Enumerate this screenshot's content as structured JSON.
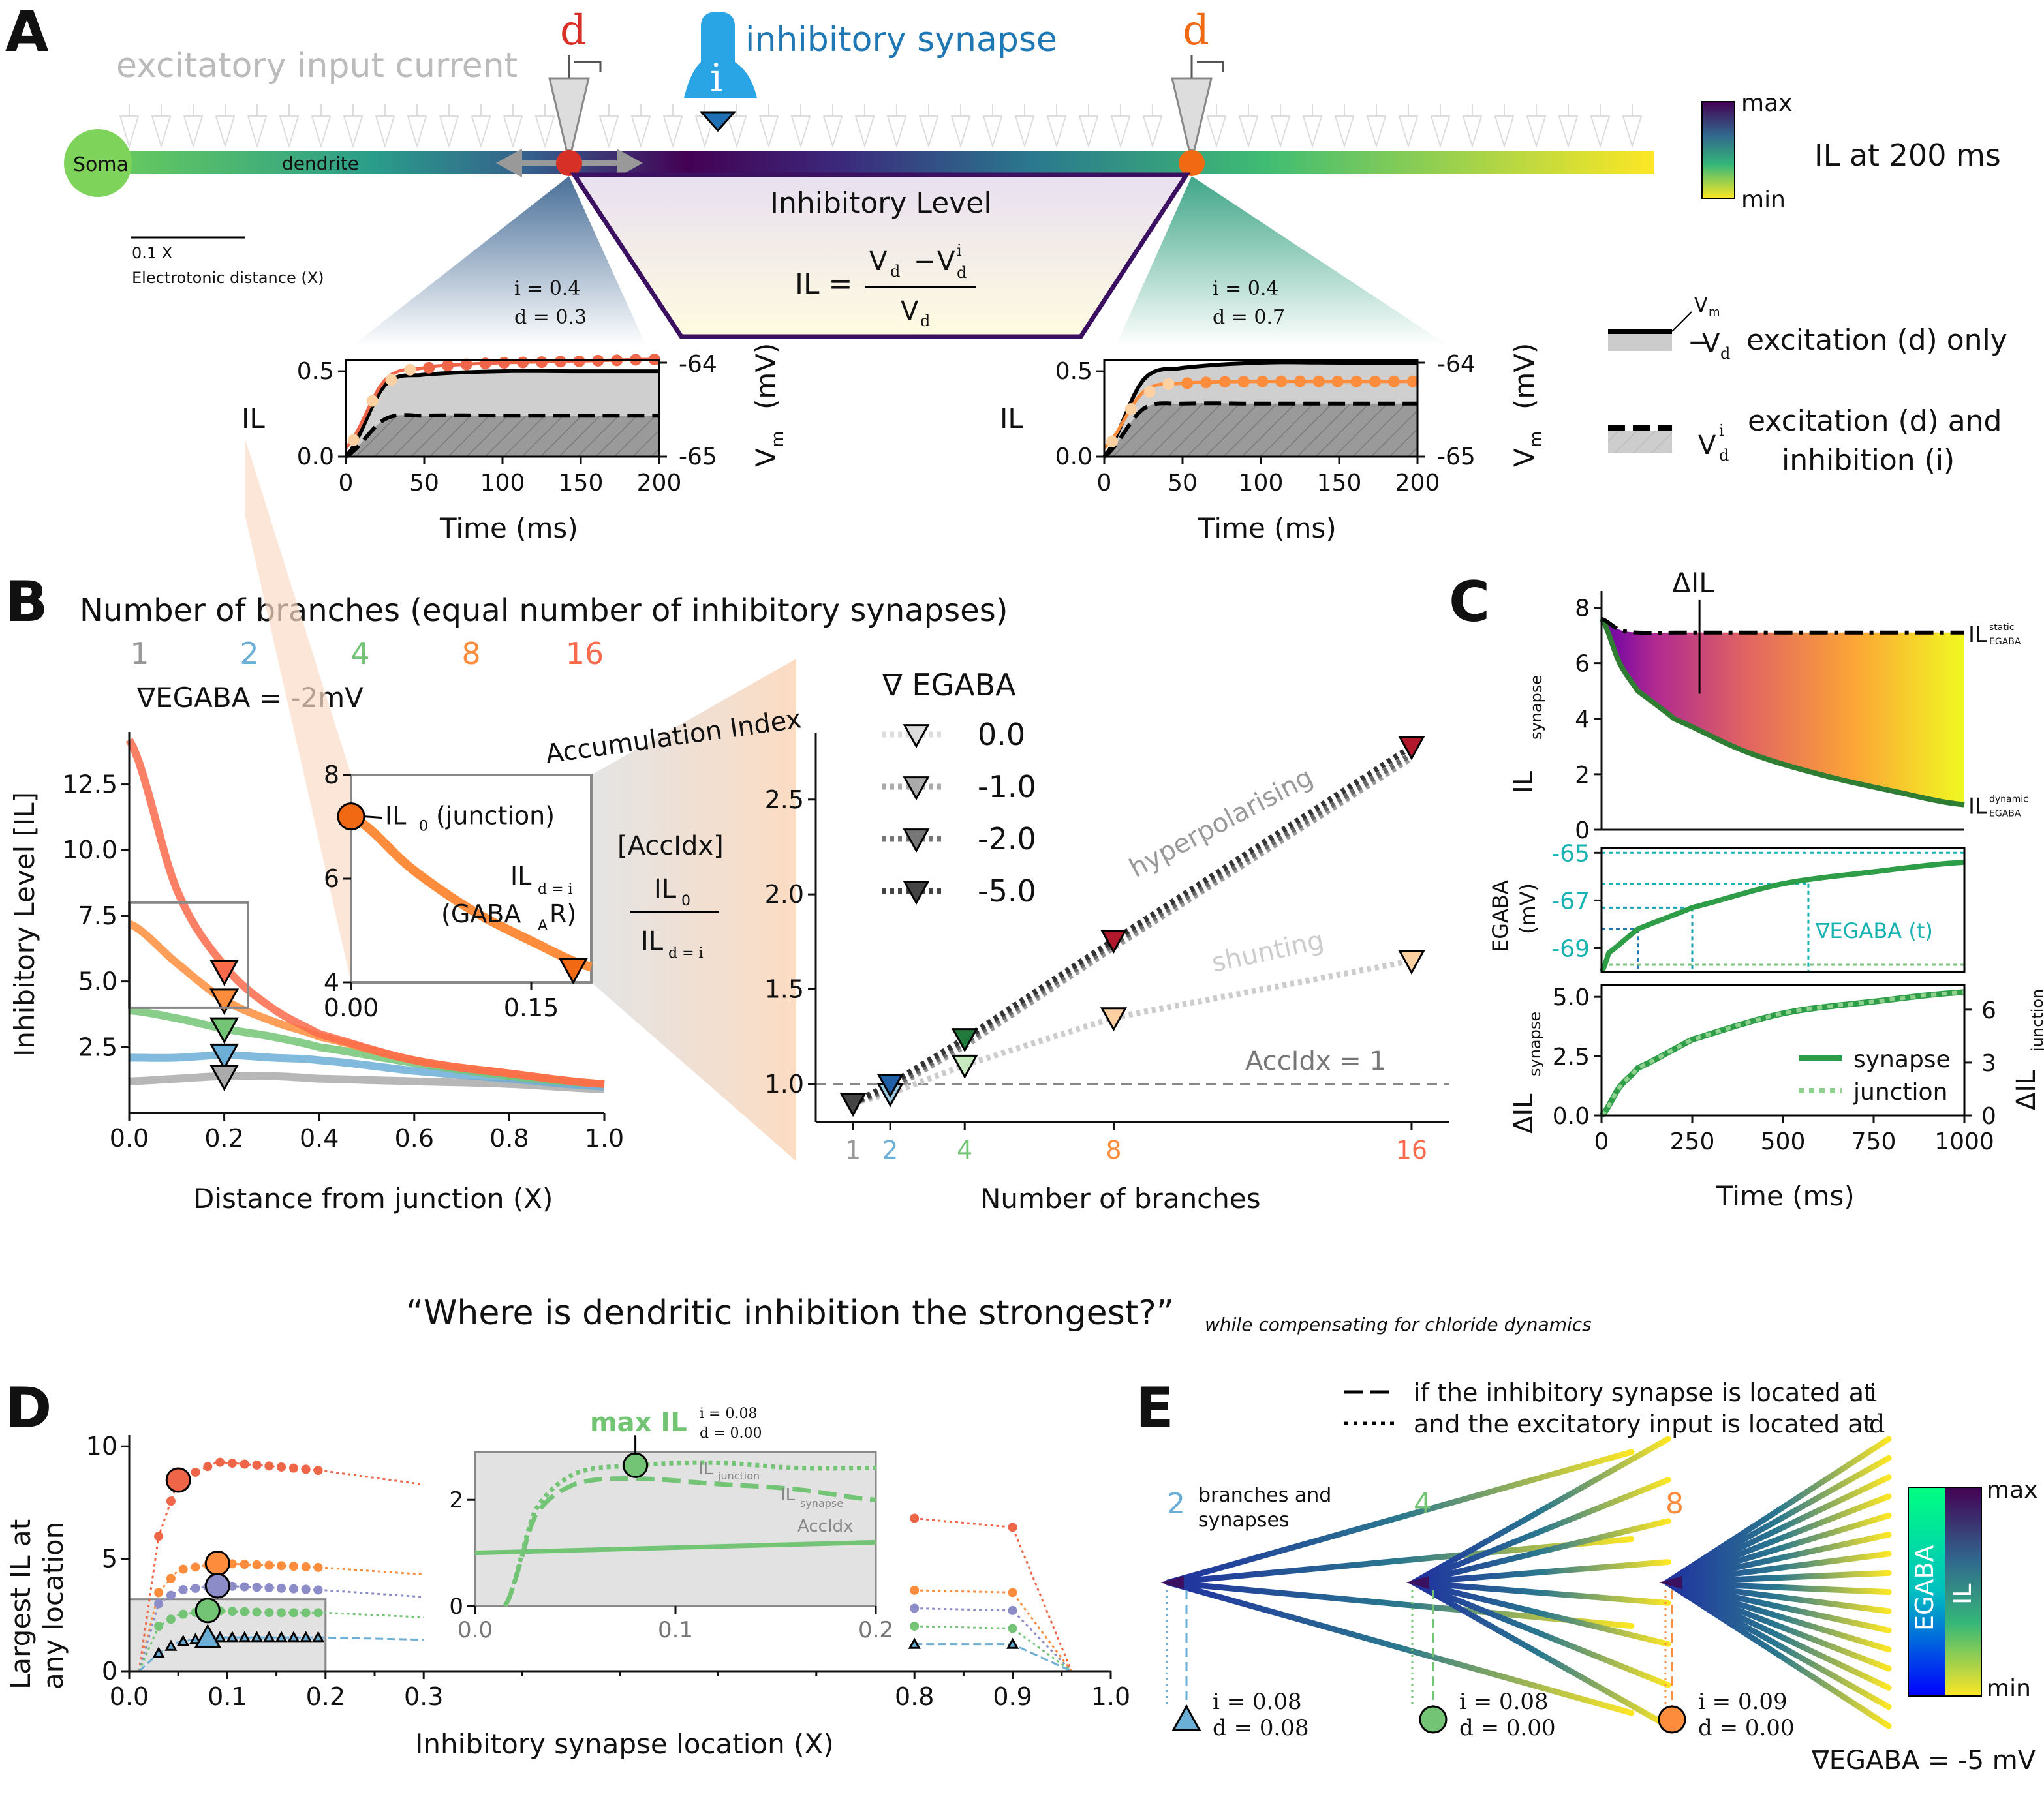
{
  "panels": {
    "A": "A",
    "B": "B",
    "C": "C",
    "D": "D",
    "E": "E"
  },
  "panel_a": {
    "excitatory_label": "excitatory input current",
    "synapse_label": "inhibitory synapse",
    "synapse_glyph": "i",
    "d_glyph": "d",
    "soma": "Soma",
    "dendrite": "dendrite",
    "scale_value": "0.1 X",
    "scale_caption": "Electrotonic distance (X)",
    "il_title": "Inhibitory Level",
    "formula_lhs": "IL =",
    "formula_num": "V",
    "formula_den": "V",
    "colorbar_max": "max",
    "colorbar_min": "min",
    "colorbar_title": "IL at 200 ms",
    "left_params": [
      "i = 0.4",
      "d = 0.3"
    ],
    "right_params": [
      "i = 0.4",
      "d = 0.7"
    ],
    "legend_exc": "excitation (d) only",
    "legend_inh_1": "excitation (d) and",
    "legend_inh_2": "inhibition (i)",
    "legend_vm": "V",
    "legend_vd": "V",
    "colors": {
      "d_left": "#d73027",
      "d_right": "#f16913",
      "synapse": "#1f77b4"
    }
  },
  "panel_b_title": "Number of branches (equal number of inhibitory synapses)",
  "panel_b_branch_labels": [
    {
      "text": "1",
      "color": "#999999"
    },
    {
      "text": "2",
      "color": "#6baed6"
    },
    {
      "text": "4",
      "color": "#74c476"
    },
    {
      "text": "8",
      "color": "#fd8d3c"
    },
    {
      "text": "16",
      "color": "#fb6a4a"
    }
  ],
  "panel_b_egaba": "∇EGABA = -2mV",
  "panel_b_inset_labels": {
    "il0": "IL",
    "junction": "(junction)",
    "ild": "IL",
    "gabaar": "(GABA",
    "gabaar_r": "R)"
  },
  "panel_b_accidx": {
    "title": "Accumulation Index",
    "bracket": "[AccIdx]",
    "num": "IL",
    "den": "IL",
    "legend_title": "∇ EGABA",
    "legend": [
      "0.0",
      "-1.0",
      "-2.0",
      "-5.0"
    ],
    "hyper": "hyperpolarising",
    "shunting": "shunting",
    "ref": "AccIdx = 1"
  },
  "panel_c": {
    "delta_il": "ΔIL",
    "static": "IL",
    "dynamic": "IL",
    "egaba_t": "∇EGABA (t)",
    "legend": [
      "synapse",
      "junction"
    ]
  },
  "question": "“Where is dendritic inhibition the strongest?”",
  "question_note": "while compensating for chloride dynamics",
  "panel_d": {
    "max_il": "max IL",
    "max_params": [
      "i = 0.08",
      "d = 0.00"
    ],
    "il_junction": "IL",
    "il_synapse": "IL",
    "accidx": "AccIdx"
  },
  "panel_e": {
    "legend_dashed": "if the inhibitory synapse is located at",
    "legend_dotted": "and the excitatory input is located at",
    "legend_i": "i",
    "legend_d": "d",
    "branches_note": [
      "branches and",
      "synapses"
    ],
    "counts": [
      "2",
      "4",
      "8"
    ],
    "params": [
      [
        "i = 0.08",
        "d = 0.08"
      ],
      [
        "i = 0.08",
        "d = 0.00"
      ],
      [
        "i = 0.09",
        "d = 0.00"
      ]
    ],
    "colorbar_left": "EGABA",
    "colorbar_right": "IL",
    "colorbar_max": "max",
    "colorbar_min": "min",
    "egaba_note": "∇EGABA = -5 mV"
  },
  "chart_data": [
    {
      "id": "A-left",
      "type": "line",
      "xlabel": "Time (ms)",
      "ylabel": "IL",
      "y2label": "V",
      "xlim": [
        0,
        200
      ],
      "ylim": [
        0,
        0.55
      ],
      "y2ticks": [
        -64,
        -65
      ],
      "xticks": [
        0,
        50,
        100,
        150,
        200
      ],
      "yticks": [
        0.0,
        0.5
      ],
      "series": [
        {
          "x": [
            0,
            25,
            50,
            75,
            100,
            150,
            200
          ],
          "y": [
            0.05,
            0.45,
            0.52,
            0.54,
            0.55,
            0.56,
            0.57
          ],
          "color": "#ef6548"
        },
        {
          "x": [
            0,
            25,
            50,
            100,
            150,
            200
          ],
          "y": [
            0.0,
            0.42,
            0.48,
            0.5,
            0.5,
            0.5
          ],
          "color": "#000000"
        },
        {
          "x": [
            0,
            25,
            50,
            100,
            150,
            200
          ],
          "y": [
            0.0,
            0.22,
            0.24,
            0.24,
            0.24,
            0.24
          ],
          "color": "#000000",
          "dash": true
        }
      ]
    },
    {
      "id": "A-right",
      "type": "line",
      "xlabel": "Time (ms)",
      "ylabel": "IL",
      "y2label": "V",
      "xlim": [
        0,
        200
      ],
      "ylim": [
        0,
        0.55
      ],
      "y2ticks": [
        -64,
        -65
      ],
      "xticks": [
        0,
        50,
        100,
        150,
        200
      ],
      "yticks": [
        0.0,
        0.5
      ],
      "series": [
        {
          "x": [
            0,
            25,
            50,
            100,
            150,
            200
          ],
          "y": [
            0.05,
            0.38,
            0.43,
            0.44,
            0.44,
            0.44
          ],
          "color": "#fd8d3c"
        },
        {
          "x": [
            0,
            25,
            50,
            100,
            150,
            200
          ],
          "y": [
            0.0,
            0.45,
            0.52,
            0.55,
            0.55,
            0.55
          ],
          "color": "#000000"
        },
        {
          "x": [
            0,
            25,
            50,
            100,
            150,
            200
          ],
          "y": [
            0.0,
            0.28,
            0.31,
            0.31,
            0.31,
            0.31
          ],
          "color": "#000000",
          "dash": true
        }
      ]
    },
    {
      "id": "B-left",
      "type": "line",
      "xlabel": "Distance from junction (X)",
      "ylabel": "Inhibitory Level [IL]",
      "xlim": [
        0,
        1
      ],
      "ylim": [
        0,
        14.5
      ],
      "xticks": [
        0.0,
        0.2,
        0.4,
        0.6,
        0.8,
        1.0
      ],
      "yticks": [
        2.5,
        5.0,
        7.5,
        10.0,
        12.5
      ],
      "series": [
        {
          "name": "16",
          "color": "#fb6a4a",
          "x": [
            0,
            0.1,
            0.2,
            0.3,
            0.4,
            0.6,
            0.8,
            1.0
          ],
          "y": [
            14.2,
            8.5,
            5.6,
            4.0,
            3.0,
            2.0,
            1.5,
            1.1
          ]
        },
        {
          "name": "8",
          "color": "#fd8d3c",
          "x": [
            0,
            0.1,
            0.2,
            0.3,
            0.4,
            0.6,
            0.8,
            1.0
          ],
          "y": [
            7.2,
            5.7,
            4.3,
            3.5,
            2.9,
            2.0,
            1.5,
            1.1
          ]
        },
        {
          "name": "4",
          "color": "#74c476",
          "x": [
            0,
            0.1,
            0.2,
            0.3,
            0.4,
            0.6,
            0.8,
            1.0
          ],
          "y": [
            3.9,
            3.6,
            3.2,
            2.9,
            2.5,
            1.9,
            1.4,
            1.1
          ]
        },
        {
          "name": "2",
          "color": "#6baed6",
          "x": [
            0,
            0.1,
            0.2,
            0.3,
            0.4,
            0.6,
            0.8,
            1.0
          ],
          "y": [
            2.1,
            2.1,
            2.2,
            2.1,
            2.0,
            1.6,
            1.3,
            1.0
          ]
        },
        {
          "name": "1",
          "color": "#aaaaaa",
          "x": [
            0,
            0.1,
            0.2,
            0.3,
            0.4,
            0.6,
            0.8,
            1.0
          ],
          "y": [
            1.2,
            1.3,
            1.4,
            1.4,
            1.3,
            1.2,
            1.1,
            0.9
          ]
        }
      ],
      "markers": [
        {
          "x": 0.2,
          "y": 5.4,
          "color": "#fb6a4a"
        },
        {
          "x": 0.2,
          "y": 4.3,
          "color": "#fd8d3c"
        },
        {
          "x": 0.2,
          "y": 3.2,
          "color": "#74c476"
        },
        {
          "x": 0.2,
          "y": 2.2,
          "color": "#6baed6"
        },
        {
          "x": 0.2,
          "y": 1.4,
          "color": "#aaaaaa"
        }
      ]
    },
    {
      "id": "B-inset",
      "type": "line",
      "xlim": [
        0,
        0.2
      ],
      "ylim": [
        4,
        8
      ],
      "xticks": [
        0.0,
        0.15
      ],
      "yticks": [
        4,
        6,
        8
      ],
      "series": [
        {
          "color": "#fd8d3c",
          "x": [
            0,
            0.05,
            0.1,
            0.15,
            0.2
          ],
          "y": [
            7.2,
            6.2,
            5.4,
            4.8,
            4.3
          ]
        }
      ]
    },
    {
      "id": "B-right",
      "type": "line",
      "xlabel": "Number of branches",
      "categories": [
        "1",
        "2",
        "4",
        "8",
        "16"
      ],
      "x": [
        1,
        2,
        4,
        8,
        16
      ],
      "xlim": [
        0,
        17
      ],
      "ylim": [
        0.8,
        2.85
      ],
      "yticks": [
        1.0,
        1.5,
        2.0,
        2.5
      ],
      "series": [
        {
          "name": "0.0",
          "color": "#cccccc",
          "values": [
            0.9,
            0.95,
            1.1,
            1.35,
            1.65
          ]
        },
        {
          "name": "-1.0",
          "color": "#999999",
          "values": [
            0.9,
            0.97,
            1.2,
            1.72,
            2.72
          ]
        },
        {
          "name": "-2.0",
          "color": "#666666",
          "values": [
            0.9,
            0.98,
            1.22,
            1.74,
            2.74
          ]
        },
        {
          "name": "-5.0",
          "color": "#333333",
          "values": [
            0.9,
            1.0,
            1.24,
            1.76,
            2.78
          ]
        }
      ]
    },
    {
      "id": "C-top",
      "type": "area",
      "ylabel": "IL",
      "xlim": [
        0,
        1000
      ],
      "ylim": [
        0,
        8.6
      ],
      "yticks": [
        0,
        2,
        4,
        6,
        8
      ],
      "series": [
        {
          "name": "static",
          "x": [
            0,
            50,
            100,
            200,
            500,
            1000
          ],
          "y": [
            7.6,
            7.2,
            7.1,
            7.1,
            7.1,
            7.1
          ]
        },
        {
          "name": "dynamic",
          "x": [
            0,
            50,
            100,
            200,
            400,
            600,
            800,
            1000
          ],
          "y": [
            7.6,
            6.0,
            5.0,
            4.0,
            2.8,
            2.0,
            1.4,
            0.9
          ]
        }
      ]
    },
    {
      "id": "C-middle",
      "type": "line",
      "ylabel": "EGABA (mV)",
      "xlim": [
        0,
        1000
      ],
      "ylim": [
        -70,
        -64.8
      ],
      "yticks": [
        -65,
        -67,
        -69
      ],
      "series": [
        {
          "x": [
            0,
            20,
            100,
            250,
            500,
            750,
            1000
          ],
          "y": [
            -70,
            -69.2,
            -68.2,
            -67.3,
            -66.3,
            -65.8,
            -65.4
          ]
        }
      ]
    },
    {
      "id": "C-bottom",
      "type": "line",
      "xlabel": "Time (ms)",
      "ylabel": "ΔIL",
      "y2label": "ΔIL",
      "xlim": [
        0,
        1000
      ],
      "ylim": [
        0,
        5.5
      ],
      "yticks": [
        0.0,
        2.5,
        5.0
      ],
      "y2ticks": [
        0,
        3,
        6
      ],
      "xticks": [
        0,
        250,
        500,
        750,
        1000
      ],
      "series": [
        {
          "name": "synapse",
          "x": [
            0,
            50,
            100,
            250,
            500,
            750,
            1000
          ],
          "y": [
            0,
            1.2,
            2.0,
            3.2,
            4.3,
            4.8,
            5.2
          ]
        },
        {
          "name": "junction",
          "x": [
            0,
            50,
            100,
            250,
            500,
            750,
            1000
          ],
          "y": [
            0,
            1.2,
            2.0,
            3.2,
            4.3,
            4.8,
            5.2
          ]
        }
      ]
    },
    {
      "id": "D",
      "type": "line",
      "xlabel": "Inhibitory synapse location (X)",
      "ylabel": "Largest IL at any location",
      "xticks": [
        0.0,
        0.1,
        0.2,
        0.3,
        0.8,
        0.9,
        1.0
      ],
      "yticks": [
        0,
        5,
        10
      ],
      "ylim": [
        0,
        10.5
      ],
      "series": [
        {
          "color": "#ef6548",
          "x": [
            0.01,
            0.03,
            0.05,
            0.09,
            0.15,
            0.2,
            0.3,
            0.8,
            0.9,
            0.96
          ],
          "y": [
            0,
            6.0,
            8.5,
            9.3,
            9.1,
            8.9,
            8.3,
            6.8,
            6.4,
            0
          ]
        },
        {
          "color": "#fd8d3c",
          "x": [
            0.01,
            0.03,
            0.05,
            0.09,
            0.15,
            0.2,
            0.3,
            0.8,
            0.9,
            0.96
          ],
          "y": [
            0,
            3.5,
            4.5,
            4.8,
            4.7,
            4.6,
            4.3,
            3.6,
            3.5,
            0
          ]
        },
        {
          "color": "#8c8cc8",
          "x": [
            0.01,
            0.03,
            0.05,
            0.09,
            0.15,
            0.2,
            0.3,
            0.8,
            0.9,
            0.96
          ],
          "y": [
            0,
            3.0,
            3.6,
            3.8,
            3.7,
            3.6,
            3.3,
            2.8,
            2.7,
            0
          ]
        },
        {
          "color": "#74c476",
          "x": [
            0.01,
            0.03,
            0.05,
            0.08,
            0.15,
            0.2,
            0.3,
            0.8,
            0.9,
            0.96
          ],
          "y": [
            0,
            2.0,
            2.5,
            2.7,
            2.6,
            2.6,
            2.4,
            2.0,
            1.9,
            0
          ]
        },
        {
          "color": "#6baed6",
          "x": [
            0.01,
            0.03,
            0.05,
            0.08,
            0.15,
            0.2,
            0.3,
            0.8,
            0.9,
            0.96
          ],
          "y": [
            0,
            0.8,
            1.3,
            1.5,
            1.5,
            1.5,
            1.4,
            1.2,
            1.2,
            0
          ]
        }
      ]
    },
    {
      "id": "D-inset",
      "type": "line",
      "xlim": [
        0,
        0.2
      ],
      "ylim": [
        0,
        2.9
      ],
      "xticks": [
        0.0,
        0.1,
        0.2
      ],
      "yticks": [
        0,
        2
      ],
      "series": [
        {
          "name": "IL junction",
          "x": [
            0.015,
            0.03,
            0.05,
            0.08,
            0.12,
            0.16,
            0.2
          ],
          "y": [
            0,
            1.8,
            2.5,
            2.65,
            2.7,
            2.6,
            2.6
          ]
        },
        {
          "name": "IL synapse",
          "x": [
            0.015,
            0.03,
            0.05,
            0.08,
            0.12,
            0.16,
            0.2
          ],
          "y": [
            0,
            1.7,
            2.3,
            2.4,
            2.3,
            2.2,
            2.0
          ]
        },
        {
          "name": "AccIdx",
          "x": [
            0,
            0.05,
            0.1,
            0.15,
            0.2
          ],
          "y": [
            1.0,
            1.05,
            1.1,
            1.15,
            1.2
          ]
        }
      ]
    }
  ]
}
